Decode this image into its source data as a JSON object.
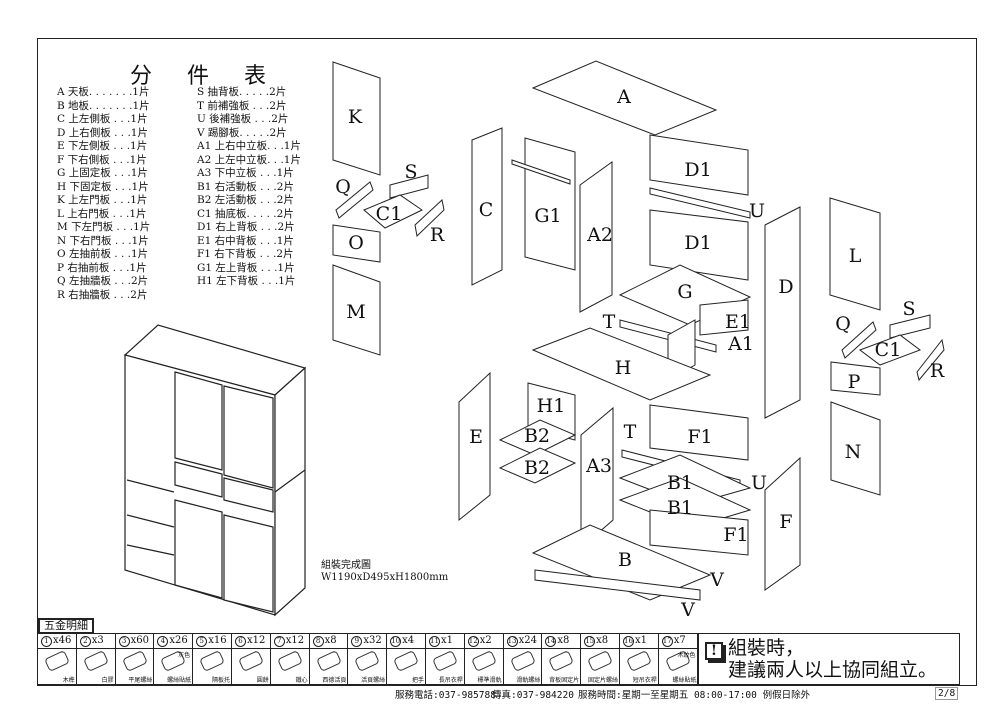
{
  "parts_title": "分 件 表",
  "parts_left": [
    "A 天板. . . . . . .1片",
    "B 地板. . . . . . .1片",
    "C 上左側板 . . .1片",
    "D 上右側板 . . .1片",
    "E 下左側板 . . .1片",
    "F 下右側板 . . .1片",
    "G 上固定板 . . .1片",
    "H 下固定板 . . .1片",
    "K 上左門板 . . .1片",
    "L 上右門板 . . .1片",
    "M 下左門板 . . .1片",
    "N 下右門板 . . .1片",
    "O 左抽前板 . . .1片",
    "P 右抽前板 . . .1片",
    "Q 左抽牆板 . . .2片",
    "R 右抽牆板 . . .2片"
  ],
  "parts_right": [
    "S 抽背板. . . . .2片",
    "T 前補強板 . . .2片",
    "U 後補強板 . . .2片",
    "V 踢腳板. . . . .2片",
    "A1 上右中立板. . .1片",
    "A2 上左中立板. . .1片",
    "A3 下中立板 . . .1片",
    "B1 右活動板 . . .2片",
    "B2 左活動板 . . .2片",
    "C1 抽底板. . . . .2片",
    "D1 右上背板 . . .2片",
    "E1 右中背板 . . .1片",
    "F1 右下背板 . . .2片",
    "G1 左上背板 . . .1片",
    "H1 左下背板 . . .1片"
  ],
  "diagram_labels": {
    "K": "K",
    "S": "S",
    "Q": "Q",
    "C1": "C1",
    "R": "R",
    "O": "O",
    "M": "M",
    "A": "A",
    "C": "C",
    "G1": "G1",
    "A2": "A2",
    "D1a": "D1",
    "U1": "U",
    "D1b": "D1",
    "D": "D",
    "L": "L",
    "G": "G",
    "T1": "T",
    "E1": "E1",
    "A1": "A1",
    "H": "H",
    "S2": "S",
    "Q2": "Q",
    "C12": "C1",
    "R2": "R",
    "P": "P",
    "N": "N",
    "E": "E",
    "H1": "H1",
    "B2a": "B2",
    "B2b": "B2",
    "A3": "A3",
    "T2": "T",
    "F1a": "F1",
    "B1a": "B1",
    "U2": "U",
    "B1b": "B1",
    "F1b": "F1",
    "F": "F",
    "B": "B",
    "V1": "V",
    "V2": "V"
  },
  "assembled": {
    "caption": "組裝完成圖",
    "dimensions": "W1190xD495xH1800mm"
  },
  "hardware_title": "五金明細",
  "hardware": [
    {
      "n": "1",
      "qty": "x46",
      "name": "木榫"
    },
    {
      "n": "2",
      "qty": "x3",
      "name": "白膠"
    },
    {
      "n": "3",
      "qty": "x60",
      "name": "平尾螺絲"
    },
    {
      "n": "4",
      "qty": "x26",
      "name": "螺絲貼紙",
      "note": "灰色"
    },
    {
      "n": "5",
      "qty": "x16",
      "name": "隔板托"
    },
    {
      "n": "6",
      "qty": "x12",
      "name": "圓餅"
    },
    {
      "n": "7",
      "qty": "x12",
      "name": "鐵心"
    },
    {
      "n": "8",
      "qty": "x8",
      "name": "西德活頁"
    },
    {
      "n": "9",
      "qty": "x32",
      "name": "活頁螺絲"
    },
    {
      "n": "10",
      "qty": "x4",
      "name": "把手"
    },
    {
      "n": "11",
      "qty": "x1",
      "name": "長吊衣桿"
    },
    {
      "n": "12",
      "qty": "x2",
      "name": "標準滑軌"
    },
    {
      "n": "13",
      "qty": "x24",
      "name": "滑軌螺絲"
    },
    {
      "n": "14",
      "qty": "x8",
      "name": "背板固定片"
    },
    {
      "n": "15",
      "qty": "x8",
      "name": "固定片螺絲"
    },
    {
      "n": "16",
      "qty": "x1",
      "name": "短吊衣桿"
    },
    {
      "n": "17",
      "qty": "x7",
      "name": "螺絲貼紙",
      "note": "木紋色"
    }
  ],
  "warning": {
    "line1": "組裝時，",
    "line2": "建議兩人以上協同組立。"
  },
  "footer": {
    "phone": "服務電話:037-985788",
    "fax": "傳真:037-984220",
    "hours": "服務時間:星期一至星期五 08:00-17:00 例假日除外",
    "page": "2/8"
  }
}
